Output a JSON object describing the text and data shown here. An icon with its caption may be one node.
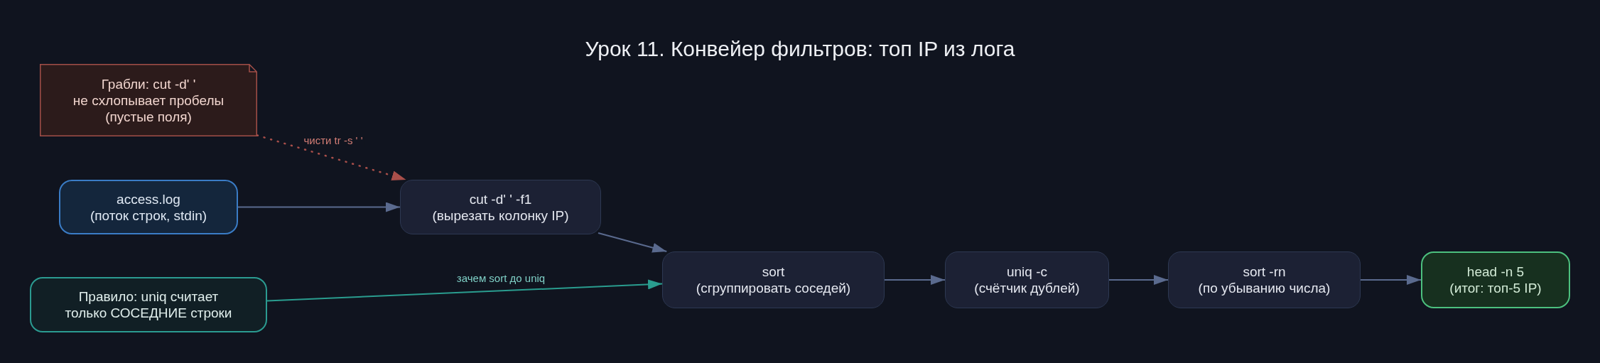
{
  "diagram": {
    "title": "Урок 11. Конвейер фильтров: топ IP из лога",
    "nodes": [
      {
        "text": [
          "Грабли: cut -d' '",
          "не схлопывает пробелы (пустые поля)"
        ]
      },
      {
        "text": [
          "access.log",
          "(поток строк, stdin)"
        ]
      },
      {
        "text": [
          "cut -d' ' -f1",
          "(вырезать колонку IP)"
        ]
      },
      {
        "text": [
          "Правило: uniq считает только СОСЕДНИЕ строки"
        ]
      },
      {
        "text": [
          "sort",
          "(сгруппировать соседей)"
        ]
      },
      {
        "text": [
          "uniq -c",
          "(счётчик дублей)"
        ]
      },
      {
        "text": [
          "sort -rn",
          "(по убыванию числа)"
        ]
      },
      {
        "text": [
          "head -n 5",
          "(итог: топ-5 IP)"
        ]
      }
    ],
    "edges": [
      {
        "from": 0,
        "to": 2,
        "arrow": "to",
        "label": "чисти tr -s ' '",
        "style": "dashed",
        "color": "#a94f4a"
      },
      {
        "from": 1,
        "to": 2,
        "arrow": "to"
      },
      {
        "from": 2,
        "to": 4,
        "arrow": "to"
      },
      {
        "from": 3,
        "to": 4,
        "arrow": "to",
        "label": "зачем sort до uniq",
        "color": "#2a9d8f"
      },
      {
        "from": 4,
        "to": 5,
        "arrow": "to"
      },
      {
        "from": 5,
        "to": 6,
        "arrow": "to"
      },
      {
        "from": 6,
        "to": 7,
        "arrow": "to"
      }
    ]
  }
}
